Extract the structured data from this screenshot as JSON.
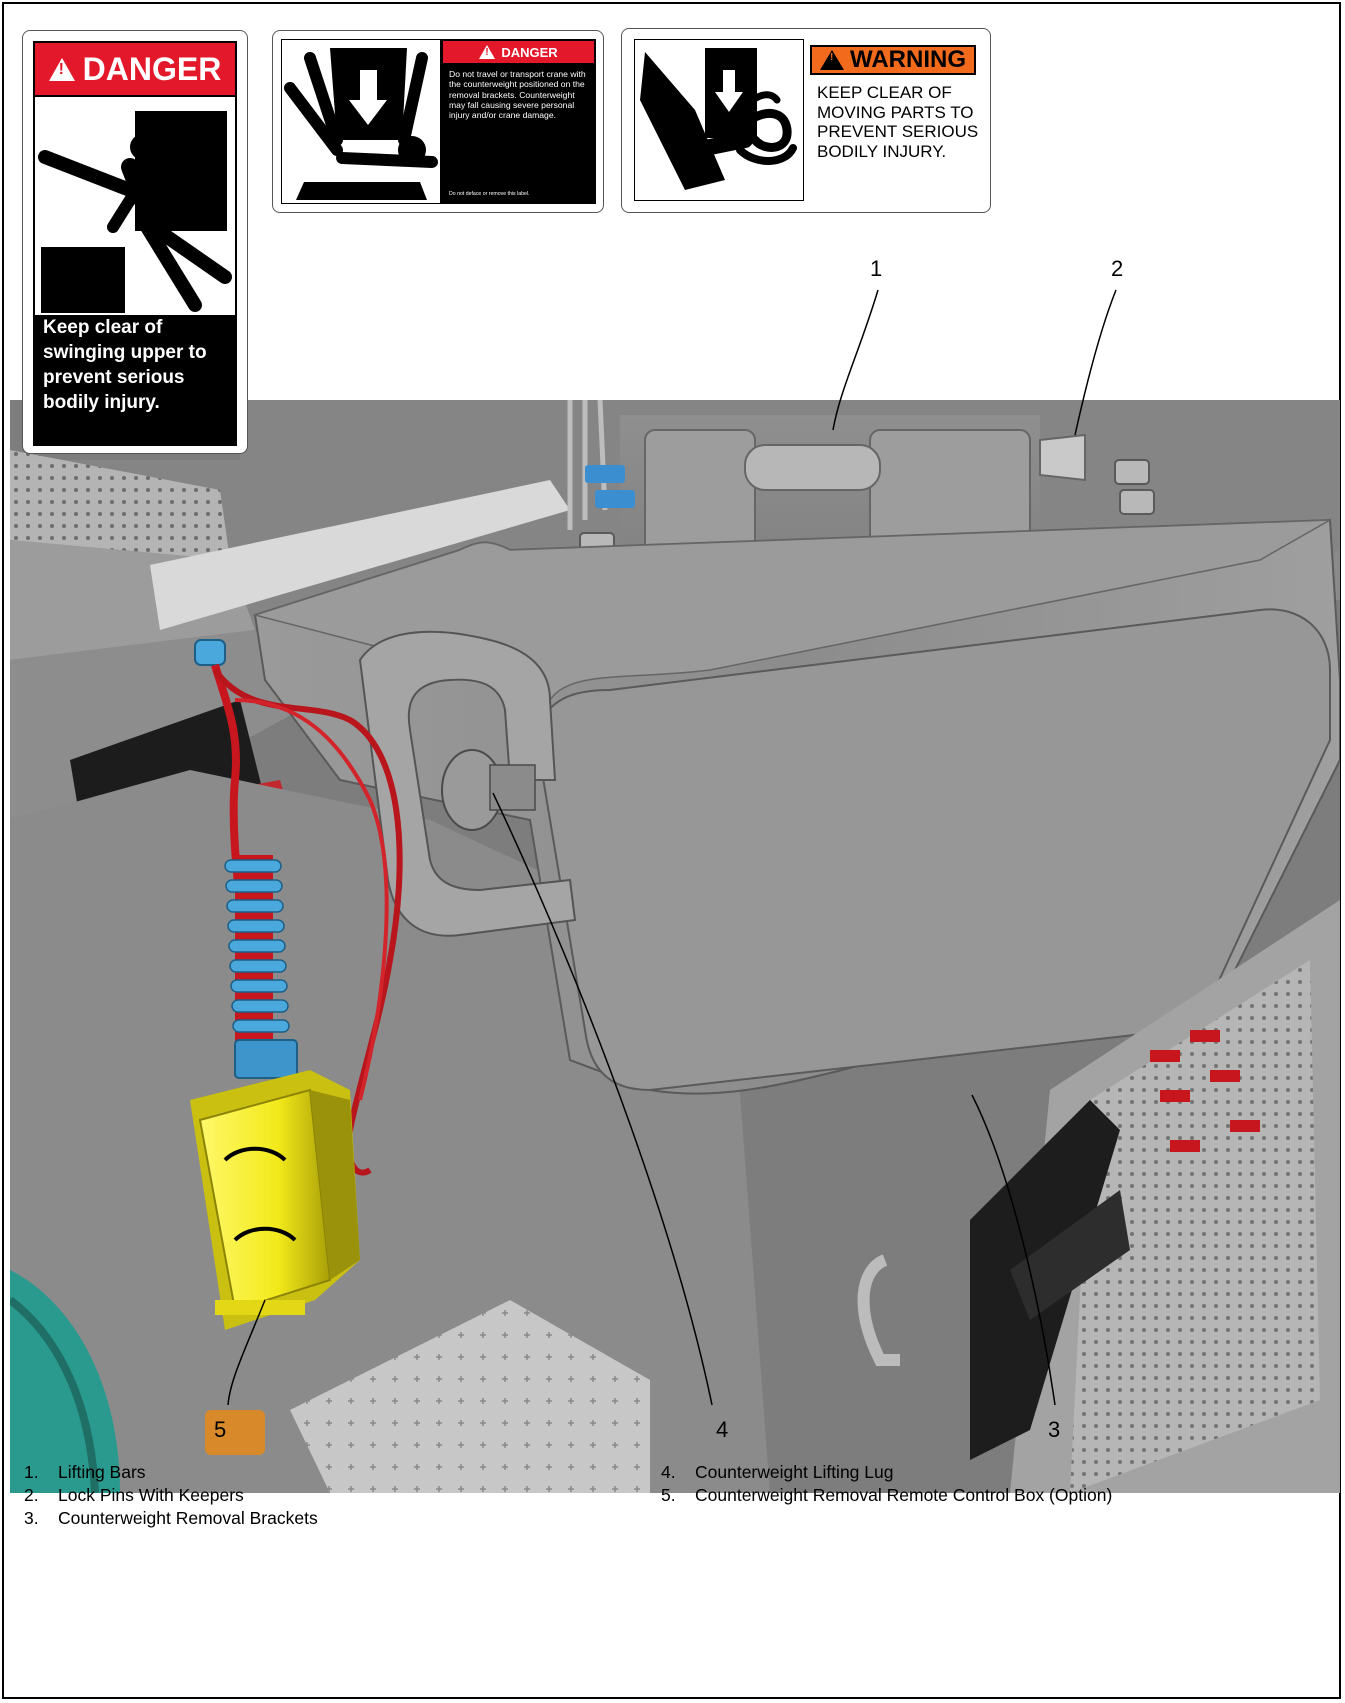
{
  "labels": {
    "swing_danger": {
      "heading": "DANGER",
      "message": "Keep clear of swinging upper to prevent serious bodily injury.",
      "icon": "swing-crush-hazard-icon"
    },
    "transport_danger": {
      "heading": "DANGER",
      "message": "Do not travel or transport crane with the counterweight positioned on the removal brackets. Counterweight may fall causing severe personal injury and/or crane damage.",
      "footer": "Do not deface or remove this label.",
      "icon": "falling-counterweight-hazard-icon"
    },
    "moving_parts_warning": {
      "heading": "WARNING",
      "message": "KEEP CLEAR OF MOVING PARTS TO PREVENT SERIOUS BODILY INJURY.",
      "icon": "hand-crush-hazard-icon"
    }
  },
  "illustration": {
    "subject": "counterweight-removal-illustration"
  },
  "callouts": [
    "1",
    "2",
    "3",
    "4",
    "5"
  ],
  "legend": [
    {
      "num": "1.",
      "text": "Lifting Bars"
    },
    {
      "num": "2.",
      "text": "Lock Pins With Keepers"
    },
    {
      "num": "3.",
      "text": "Counterweight Removal Brackets"
    },
    {
      "num": "4.",
      "text": "Counterweight Lifting Lug"
    },
    {
      "num": "5.",
      "text": "Counterweight Removal Remote Control Box (Option)"
    }
  ],
  "colors": {
    "danger_red": "#e4182b",
    "warning_orange": "#f26b1d",
    "machine_gray": "#8a8a8a",
    "cable_red": "#c8161e",
    "spring_blue": "#4aa8dc",
    "pendant_yellow": "#f2ea1a"
  }
}
